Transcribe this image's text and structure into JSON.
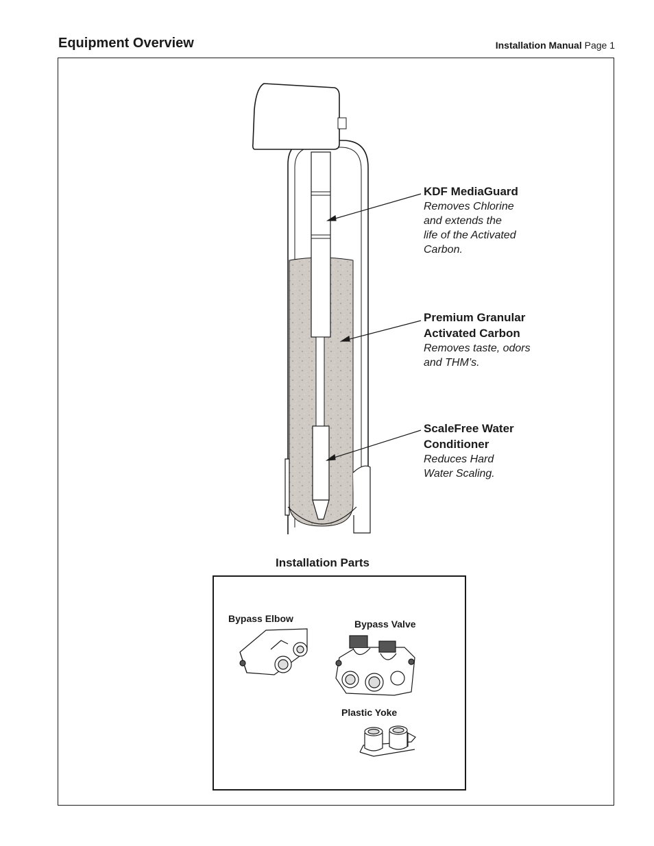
{
  "header": {
    "title": "Equipment Overview",
    "manual_label": "Installation Manual",
    "page_label": "Page 1"
  },
  "callouts": [
    {
      "title": "KDF MediaGuard",
      "description": "Removes Chlorine\nand extends the\nlife of the Activated\nCarbon."
    },
    {
      "title": "Premium Granular\nActivated Carbon",
      "description": "Removes taste, odors\nand THM’s."
    },
    {
      "title": "ScaleFree Water\nConditioner",
      "description": "Reduces Hard\nWater Scaling."
    }
  ],
  "installation_parts": {
    "title": "Installation Parts",
    "items": [
      {
        "label": "Bypass Elbow"
      },
      {
        "label": "Bypass Valve"
      },
      {
        "label": "Plastic Yoke"
      }
    ]
  },
  "colors": {
    "media_fill": "#cfcac3",
    "line": "#1a1a1a"
  }
}
